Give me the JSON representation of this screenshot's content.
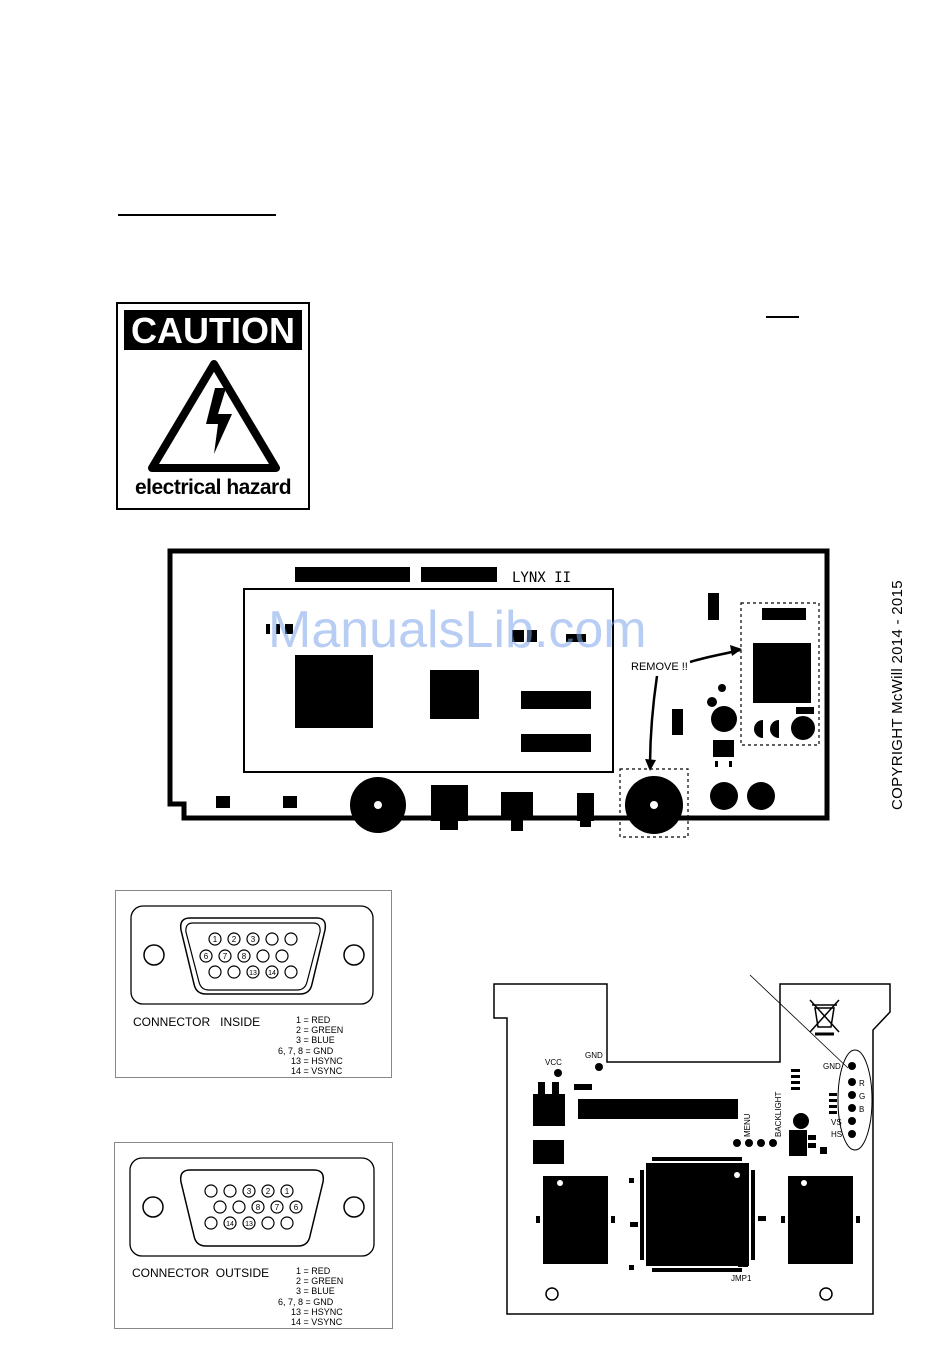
{
  "caution_sign": {
    "header": "CAUTION",
    "footer": "electrical hazard"
  },
  "watermark": "ManualsLib.com",
  "copyright": "COPYRIGHT McWill 2014 - 2015",
  "board_top": {
    "model_label": "LYNX II",
    "remove_label": "REMOVE !!"
  },
  "connector_inside": {
    "caption": "CONNECTOR   INSIDE",
    "pins_row1": [
      "1",
      "2",
      "3"
    ],
    "pins_row2": [
      "6",
      "7",
      "8"
    ],
    "pins_row3": [
      "13",
      "14"
    ],
    "legend": [
      "1 = RED",
      "2 = GREEN",
      "3 = BLUE",
      "6, 7, 8 = GND",
      "13 = HSYNC",
      "14 = VSYNC"
    ]
  },
  "connector_outside": {
    "caption": "CONNECTOR  OUTSIDE",
    "pins_row1": [
      "3",
      "2",
      "1"
    ],
    "pins_row2": [
      "8",
      "7",
      "6"
    ],
    "pins_row3": [
      "14",
      "13"
    ],
    "legend": [
      "1 = RED",
      "2 = GREEN",
      "3 = BLUE",
      "6, 7, 8 = GND",
      "13 = HSYNC",
      "14 = VSYNC"
    ]
  },
  "pcb": {
    "vcc": "VCC",
    "gnd_top": "GND",
    "menu": "MENU",
    "backlight": "BACKLIGHT",
    "jmp": "JMP1",
    "gnd_right": "GND",
    "r": "R",
    "g": "G",
    "b": "B",
    "vs": "VS",
    "hs": "HS"
  }
}
